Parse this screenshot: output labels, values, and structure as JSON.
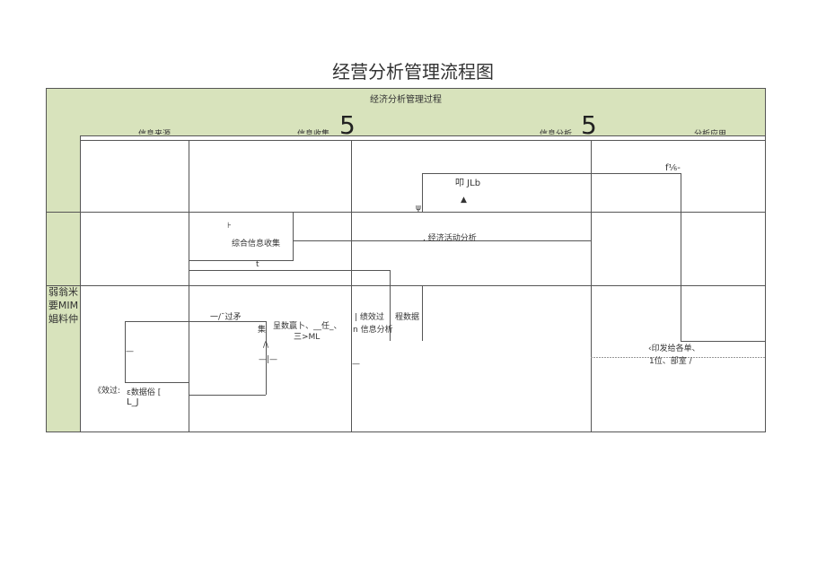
{
  "page": {
    "title": "经营分析管理流程图"
  },
  "header": {
    "process_title": "经济分析管理过程",
    "columns": [
      "信息来源",
      "信息收集",
      "信息分析",
      "分析应用"
    ],
    "big_marks": [
      "5",
      "5"
    ]
  },
  "sidebar": {
    "vertical_text": "弱翁米要MIM 娼料仲"
  },
  "nodes": {
    "jlb": "叩 JLb",
    "arrow_up": "▲",
    "psi": "ψ",
    "f_pct": "f⅙-",
    "t_mark": "⊦",
    "collect_info": "综合信息收集",
    "econ_analysis": ", 经济活动分析",
    "t_small": "t",
    "one_over": "一/˘过矛",
    "present_data": "呈数赢卜、__任_、",
    "three_ml": "三>ML",
    "ji": "集",
    "slash": "/\\",
    "dash_short": "—",
    "dash_mid": "—|—",
    "performance": "| 绩效过",
    "process_data": "程数据",
    "info_analysis": "n 信息分析",
    "issue_each": "‹印发给各单、",
    "unit_dept": "1位、部室 /",
    "effect": "《效过:",
    "data_sub": "ε数据俗 [",
    "l_j": "L_J"
  }
}
